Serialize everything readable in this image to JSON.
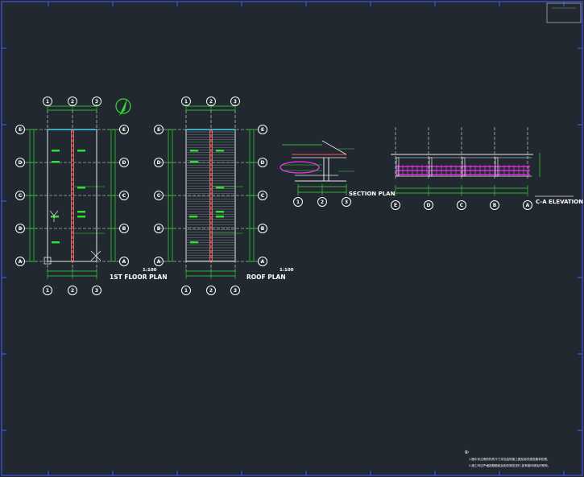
{
  "colors": {
    "background": "#212830",
    "axis": "#e8e8e8",
    "dimension": "#33dd33",
    "wall": "#ff5555",
    "accent": "#ee33ee",
    "frame": "#4a5cff",
    "cyan": "#44d6e6",
    "text": "#ffffff"
  },
  "grid_columns": [
    "1",
    "2",
    "3"
  ],
  "grid_rows": [
    "E",
    "D",
    "C",
    "B",
    "A"
  ],
  "elevation_axes": [
    "E",
    "D",
    "C",
    "B",
    "A"
  ],
  "floor_plan": {
    "title": "1ST FLOOR PLAN",
    "scale": "1:100",
    "north_icon": "north-arrow-icon"
  },
  "roof_plan": {
    "title": "ROOF PLAN",
    "scale": "1:100"
  },
  "section_plan": {
    "title": "SECTION PLAN"
  },
  "elevation": {
    "title": "C-A ELEVATION"
  },
  "notes": {
    "heading": "注:",
    "lines": [
      "1.图中未注明的构件尺寸详见结构施工图及相关规范要求处理。",
      "2.施工时应严格按照图纸及相关规范进行,如有疑问请及时联系。"
    ]
  }
}
